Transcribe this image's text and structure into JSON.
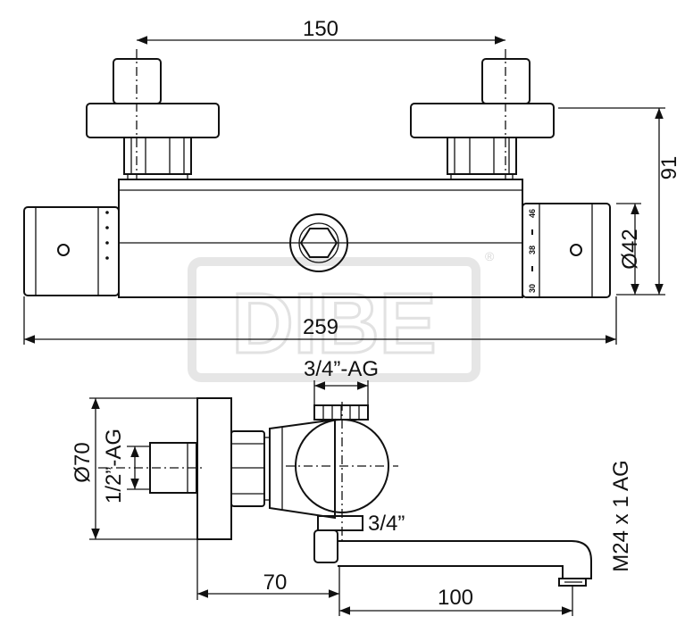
{
  "watermark": {
    "text": "DIBE",
    "mark": "®"
  },
  "front_view": {
    "dim_inlet_spacing": "150",
    "dim_height": "91",
    "dim_diameter": "Ø42",
    "dim_total_length": "259",
    "temp_scale": [
      "46",
      "38",
      "30"
    ]
  },
  "side_view": {
    "dim_top_thread": "3/4”-AG",
    "dim_flange_diameter": "Ø70",
    "dim_inlet_thread": "1/2”-AG",
    "dim_outlet_thread": "3/4”",
    "dim_spout_thread": "M24 x 1 AG",
    "dim_wall_offset": "70",
    "dim_spout_length": "100"
  }
}
